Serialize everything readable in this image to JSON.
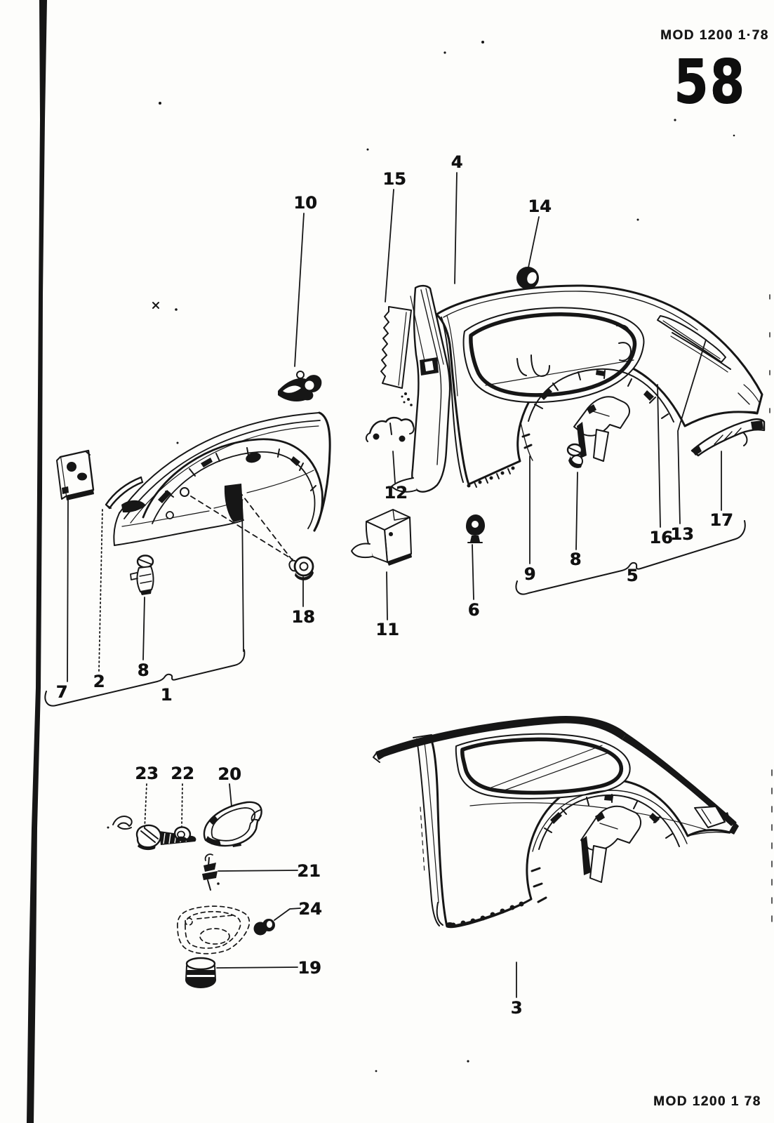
{
  "page": {
    "header_code": "MOD 1200 1·78",
    "page_number": "58",
    "footer_code": "MOD 1200 1 78"
  },
  "callouts": [
    {
      "label": "1"
    },
    {
      "label": "2"
    },
    {
      "label": "3"
    },
    {
      "label": "4"
    },
    {
      "label": "5"
    },
    {
      "label": "6"
    },
    {
      "label": "7"
    },
    {
      "label": "8"
    },
    {
      "label": "8"
    },
    {
      "label": "9"
    },
    {
      "label": "10"
    },
    {
      "label": "11"
    },
    {
      "label": "12"
    },
    {
      "label": "13"
    },
    {
      "label": "14"
    },
    {
      "label": "15"
    },
    {
      "label": "16"
    },
    {
      "label": "17"
    },
    {
      "label": "18"
    },
    {
      "label": "19"
    },
    {
      "label": "20"
    },
    {
      "label": "21"
    },
    {
      "label": "22"
    },
    {
      "label": "23"
    },
    {
      "label": "24"
    }
  ]
}
